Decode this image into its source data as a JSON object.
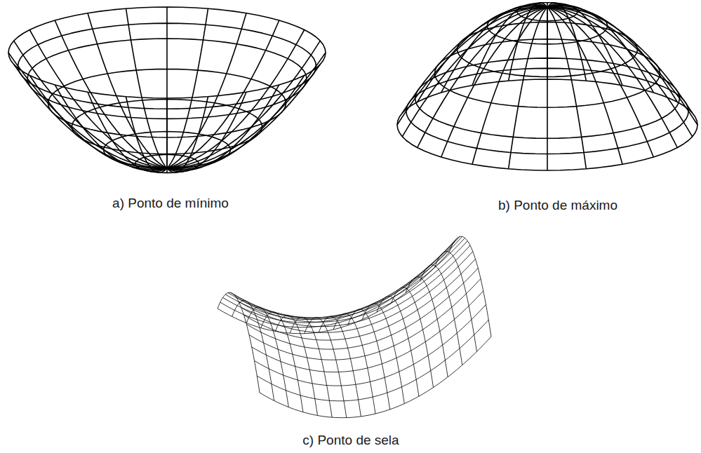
{
  "diagram": {
    "labels": [
      "a) Ponto de mínimo",
      "b) Ponto de máximo",
      "c) Ponto de sela"
    ]
  }
}
